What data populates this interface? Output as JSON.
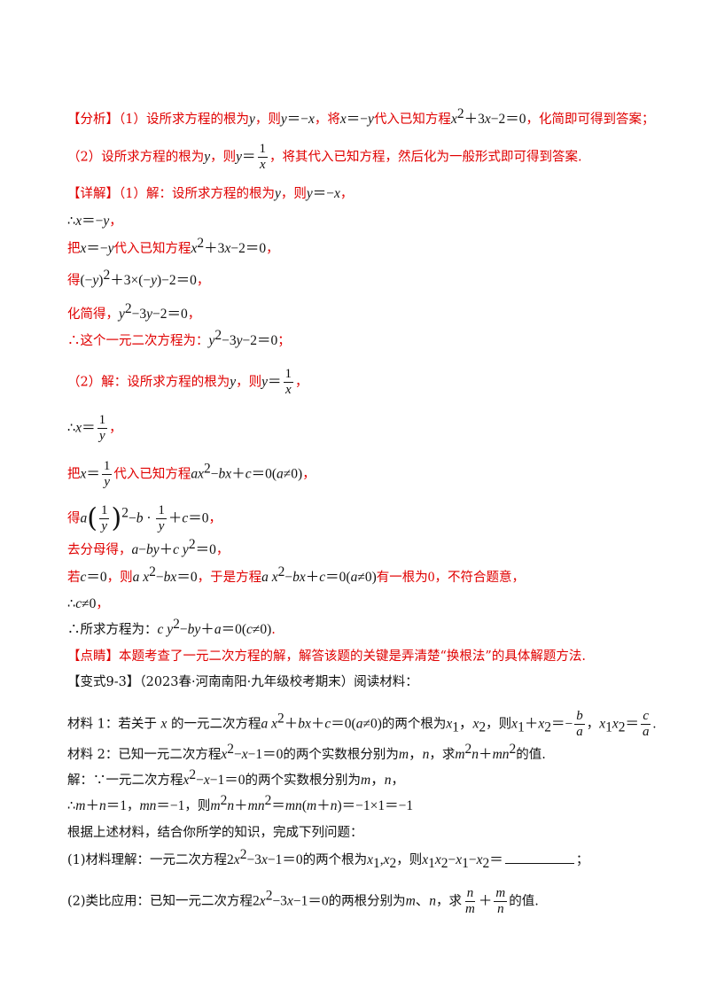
{
  "analysis": {
    "tag": "【分析】",
    "p1_a": "（1）设所求方程的根为",
    "p1_b": "，则",
    "p1_c": "，将",
    "p1_d": "代入已知方程",
    "p1_e": "，化简即可得到答案；",
    "p2_a": "（2）设所求方程的根为",
    "p2_b": "，则",
    "p2_c": "，将其代入已知方程，然后化为一般形式即可得到答案."
  },
  "detail": {
    "tag": "【详解】",
    "l1_a": "（1）解：设所求方程的根为",
    "l1_b": "，则",
    "l1_c": "，",
    "l2_a": "∴",
    "l2_c": "，",
    "l3_a": "把",
    "l3_b": "代入已知方程",
    "l3_c": "，",
    "l4_a": "得",
    "l4_c": "，",
    "l5_a": "化简得，",
    "l5_c": "，",
    "l6_a": "∴这个一元二次方程为：",
    "l6_c": "；",
    "l7_a": "（2）解：设所求方程的根为",
    "l7_b": "，则",
    "l7_c": "，",
    "l8_a": "∴",
    "l8_c": "，",
    "l9_a": "把",
    "l9_b": "代入已知方程",
    "l9_c": "，",
    "l10_a": "得",
    "l10_c": "，",
    "l11_a": "去分母得，",
    "l11_c": "，",
    "l12_a": "若",
    "l12_b": "，则",
    "l12_c": "，于是方程",
    "l12_d": "有一根为",
    "l12_e": "，不符合题意，",
    "l13_a": "∴",
    "l13_c": "，",
    "l14_a": "∴所求方程为：",
    "l14_c": "."
  },
  "comment": {
    "tag": "【点睛】",
    "text": "本题考查了一元二次方程的解，解答该题的关键是弄清楚“换根法”的具体解题方法."
  },
  "variant": {
    "title": "【变式9-3】",
    "source": "（2023春·河南南阳·九年级校考期末）",
    "after": "阅读材料：",
    "m1_a": "材料 1：若关于 ",
    "m1_b": " 的一元二次方程",
    "m1_c": "的两个根为",
    "m1_d": "，则",
    "m1_e": "，",
    "m2_a": "材料 2：已知一元二次方程",
    "m2_b": "的两个实数根分别为",
    "m2_c": "，求",
    "m2_d": "的值.",
    "s1_a": "解：∵一元二次方程",
    "s1_b": "的两个实数根分别为",
    "s1_c": "，",
    "s2_a": "∴",
    "s2_b": "，",
    "s2_c": "，则",
    "q_intro": "根据上述材料，结合你所学的知识，完成下列问题：",
    "q1_a": "(1)材料理解：一元二次方程",
    "q1_b": "的两个根为",
    "q1_c": "，则",
    "q1_d": "；",
    "q2_a": "(2)类比应用：已知一元二次方程",
    "q2_b": "的两根分别为",
    "q2_c": "，求",
    "q2_d": "的值."
  }
}
